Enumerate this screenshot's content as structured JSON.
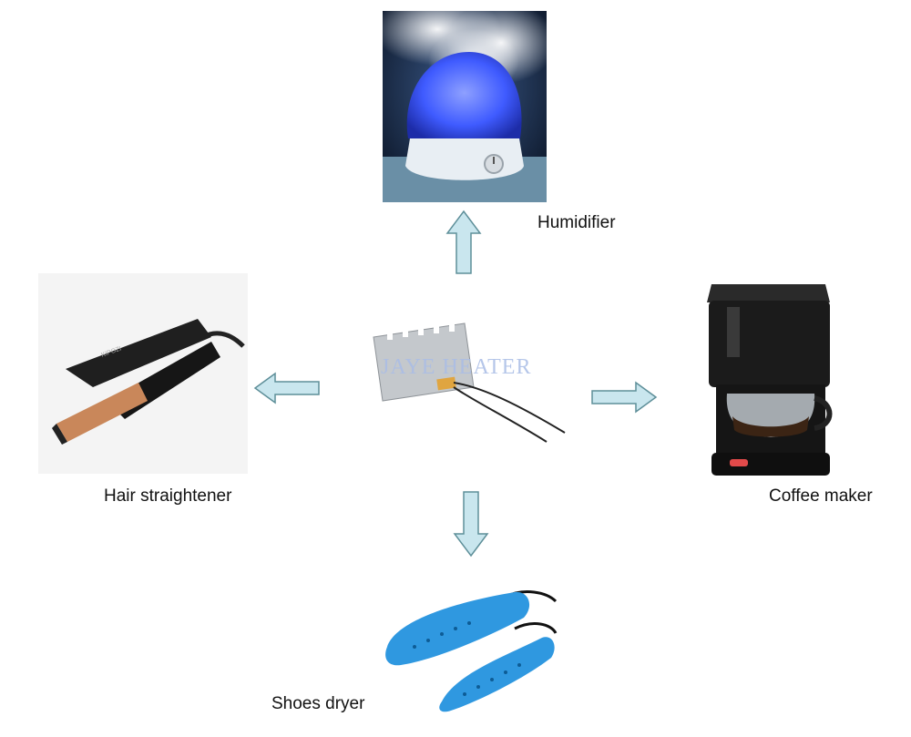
{
  "labels": {
    "humidifier": "Humidifier",
    "hair_straightener": "Hair straightener",
    "coffee_maker": "Coffee maker",
    "shoes_dryer": "Shoes dryer"
  },
  "watermark": "JAYE HEATER",
  "colors": {
    "arrow_fill": "#c9e6ee",
    "arrow_stroke": "#5e8f99",
    "humidifier_glow": "#3f5bff",
    "shoe_blue": "#2f98e0",
    "straightener_plate": "#c9875a",
    "coffee_black": "#1b1b1b",
    "heater_plate": "#c4c8cc"
  },
  "icons": [
    "humidifier-image",
    "hair-straightener-image",
    "coffee-maker-image",
    "shoes-dryer-image",
    "ptc-heater-image"
  ]
}
